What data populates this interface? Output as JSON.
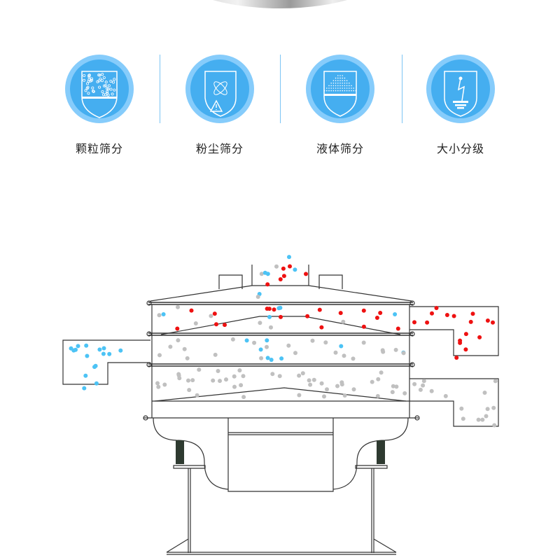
{
  "features": [
    {
      "label": "颗粒筛分",
      "icon": "granule-shield-icon"
    },
    {
      "label": "粉尘筛分",
      "icon": "dust-shield-icon"
    },
    {
      "label": "液体筛分",
      "icon": "liquid-spray-shield-icon"
    },
    {
      "label": "大小分级",
      "icon": "grading-shield-icon"
    }
  ],
  "colors": {
    "circle_outer": "#86ccfb",
    "circle_inner": "#45aef0",
    "particle_red": "#ee1111",
    "particle_blue": "#4cc3f5",
    "particle_grey": "#c0c0c0",
    "line": "#333333"
  }
}
